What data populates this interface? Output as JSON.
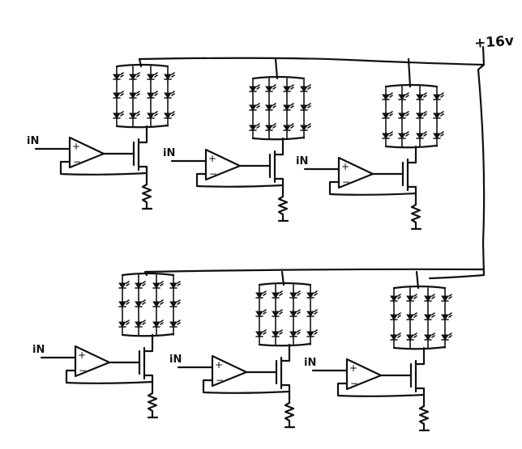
{
  "supply": {
    "label": "+16v"
  },
  "stage_input_label": "iN",
  "opamp": {
    "plus": "+",
    "minus": "−"
  },
  "stages": [
    {
      "id": "top-1"
    },
    {
      "id": "top-2"
    },
    {
      "id": "top-3"
    },
    {
      "id": "bottom-1"
    },
    {
      "id": "bottom-2"
    },
    {
      "id": "bottom-3"
    }
  ]
}
